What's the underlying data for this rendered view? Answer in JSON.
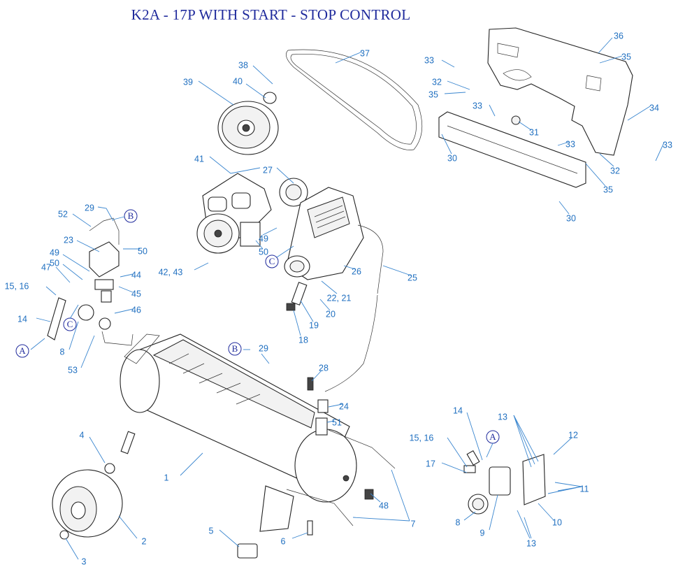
{
  "title": "K2A - 17P WITH START - STOP CONTROL",
  "colors": {
    "title": "#1f2a9c",
    "callout": "#1f6fc0",
    "leader": "#3a86cf",
    "drawing": "#222222"
  },
  "callouts": [
    {
      "id": "c1",
      "text": "1"
    },
    {
      "id": "c2",
      "text": "2"
    },
    {
      "id": "c3",
      "text": "3"
    },
    {
      "id": "c4",
      "text": "4"
    },
    {
      "id": "c5",
      "text": "5"
    },
    {
      "id": "c6",
      "text": "6"
    },
    {
      "id": "c7",
      "text": "7"
    },
    {
      "id": "c8a",
      "text": "8"
    },
    {
      "id": "c8b",
      "text": "8"
    },
    {
      "id": "c9",
      "text": "9"
    },
    {
      "id": "c10",
      "text": "10"
    },
    {
      "id": "c11",
      "text": "11"
    },
    {
      "id": "c12",
      "text": "12"
    },
    {
      "id": "c13a",
      "text": "13"
    },
    {
      "id": "c13b",
      "text": "13"
    },
    {
      "id": "c14a",
      "text": "14"
    },
    {
      "id": "c14b",
      "text": "14"
    },
    {
      "id": "c1516a",
      "text": "15, 16"
    },
    {
      "id": "c1516b",
      "text": "15, 16"
    },
    {
      "id": "c17",
      "text": "17"
    },
    {
      "id": "c18",
      "text": "18"
    },
    {
      "id": "c19",
      "text": "19"
    },
    {
      "id": "c20",
      "text": "20"
    },
    {
      "id": "c2221",
      "text": "22, 21"
    },
    {
      "id": "c23",
      "text": "23"
    },
    {
      "id": "c24",
      "text": "24"
    },
    {
      "id": "c25",
      "text": "25"
    },
    {
      "id": "c26",
      "text": "26"
    },
    {
      "id": "c27",
      "text": "27"
    },
    {
      "id": "c28",
      "text": "28"
    },
    {
      "id": "c29a",
      "text": "29"
    },
    {
      "id": "c29b",
      "text": "29"
    },
    {
      "id": "c30a",
      "text": "30"
    },
    {
      "id": "c30b",
      "text": "30"
    },
    {
      "id": "c31",
      "text": "31"
    },
    {
      "id": "c32a",
      "text": "32"
    },
    {
      "id": "c32b",
      "text": "32"
    },
    {
      "id": "c33a",
      "text": "33"
    },
    {
      "id": "c33b",
      "text": "33"
    },
    {
      "id": "c33c",
      "text": "33"
    },
    {
      "id": "c33d",
      "text": "33"
    },
    {
      "id": "c34",
      "text": "34"
    },
    {
      "id": "c35a",
      "text": "35"
    },
    {
      "id": "c35b",
      "text": "35"
    },
    {
      "id": "c35c",
      "text": "35"
    },
    {
      "id": "c36",
      "text": "36"
    },
    {
      "id": "c37",
      "text": "37"
    },
    {
      "id": "c38",
      "text": "38"
    },
    {
      "id": "c39",
      "text": "39"
    },
    {
      "id": "c40",
      "text": "40"
    },
    {
      "id": "c41",
      "text": "41"
    },
    {
      "id": "c4243",
      "text": "42, 43"
    },
    {
      "id": "c44",
      "text": "44"
    },
    {
      "id": "c45",
      "text": "45"
    },
    {
      "id": "c46",
      "text": "46"
    },
    {
      "id": "c47",
      "text": "47"
    },
    {
      "id": "c48",
      "text": "48"
    },
    {
      "id": "c49a",
      "text": "49"
    },
    {
      "id": "c49b",
      "text": "49"
    },
    {
      "id": "c50a",
      "text": "50"
    },
    {
      "id": "c50b",
      "text": "50"
    },
    {
      "id": "c50c",
      "text": "50"
    },
    {
      "id": "c51",
      "text": "51"
    },
    {
      "id": "c52",
      "text": "52"
    },
    {
      "id": "c53",
      "text": "53"
    }
  ],
  "connectors": [
    {
      "id": "A1",
      "text": "A"
    },
    {
      "id": "A2",
      "text": "A"
    },
    {
      "id": "B1",
      "text": "B"
    },
    {
      "id": "B2",
      "text": "B"
    },
    {
      "id": "C1",
      "text": "C"
    },
    {
      "id": "C2",
      "text": "C"
    }
  ]
}
